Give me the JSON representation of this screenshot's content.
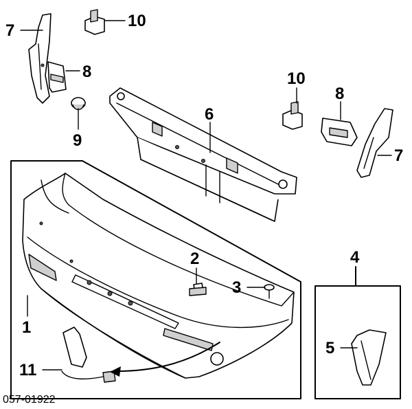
{
  "diagram_id": "057-01922",
  "callouts": {
    "c1": "1",
    "c2": "2",
    "c3": "3",
    "c4": "4",
    "c5": "5",
    "c6": "6",
    "c7_left": "7",
    "c7_right": "7",
    "c8_left": "8",
    "c8_right": "8",
    "c9": "9",
    "c10_left": "10",
    "c10_right": "10",
    "c11": "11"
  },
  "colors": {
    "line": "#000000",
    "background": "#ffffff",
    "shade": "#cfcfcf"
  }
}
